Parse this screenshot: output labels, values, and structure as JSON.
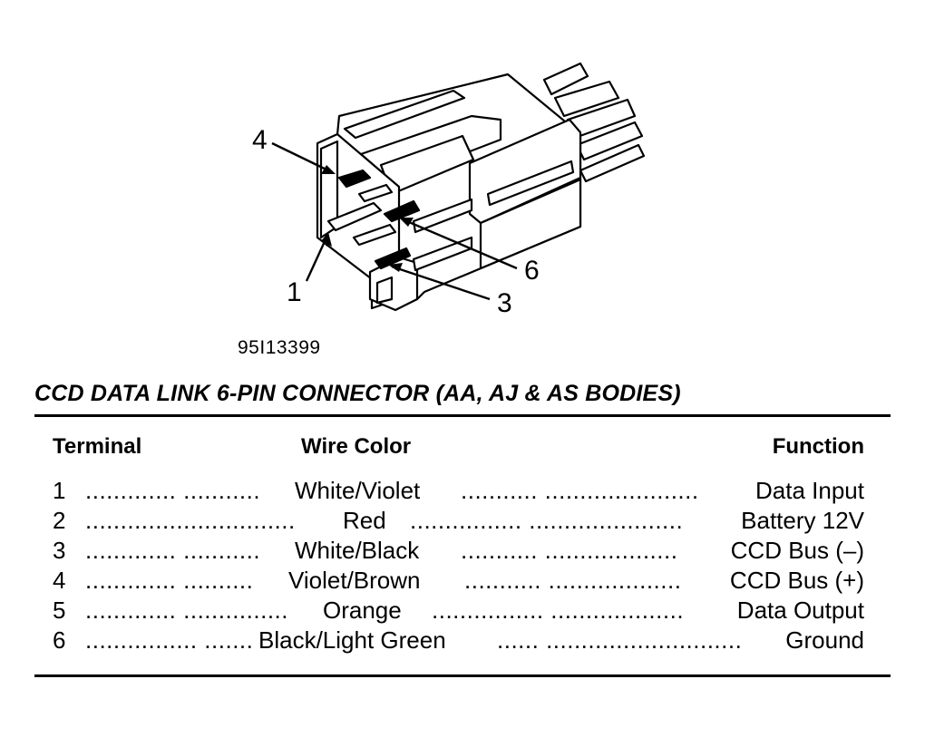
{
  "figure": {
    "callouts": [
      "4",
      "1",
      "6",
      "3"
    ],
    "code": "95I13399"
  },
  "title": "CCD DATA LINK 6-PIN CONNECTOR (AA, AJ & AS BODIES)",
  "table": {
    "headers": {
      "terminal": "Terminal",
      "wire_color": "Wire Color",
      "function": "Function"
    },
    "rows": [
      {
        "terminal": "1",
        "dots_left": "............. ...........",
        "wire_color": "White/Violet",
        "dots_right": "........... ......................",
        "function": "Data Input"
      },
      {
        "terminal": "2",
        "dots_left": "..............................",
        "wire_color": "Red",
        "dots_right": "................ ......................",
        "function": "Battery 12V"
      },
      {
        "terminal": "3",
        "dots_left": "............. ...........",
        "wire_color": "White/Black",
        "dots_right": "........... ...................",
        "function": "CCD Bus (–)"
      },
      {
        "terminal": "4",
        "dots_left": "............. ..........",
        "wire_color": "Violet/Brown",
        "dots_right": "........... ...................",
        "function": "CCD Bus (+)"
      },
      {
        "terminal": "5",
        "dots_left": "............. ...............",
        "wire_color": "Orange",
        "dots_right": "................ ...................",
        "function": "Data Output"
      },
      {
        "terminal": "6",
        "dots_left": "................ .......",
        "wire_color": "Black/Light Green",
        "dots_right": "...... ............................",
        "function": "Ground"
      }
    ]
  }
}
